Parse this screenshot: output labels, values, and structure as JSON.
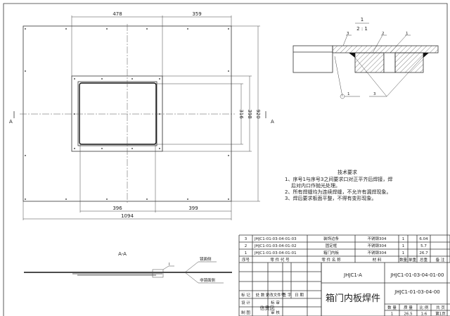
{
  "plan_view": {
    "dims": {
      "top_left": "478",
      "top_right": "359",
      "right_inner": "316",
      "right_mid": "398",
      "right_outer": "920",
      "bottom_left": "396",
      "bottom_right": "399",
      "bottom_total": "1094"
    },
    "section_mark": "A"
  },
  "detail_view": {
    "label_num": "1",
    "scale": "2 : 1",
    "balloons": [
      "3",
      "2",
      "1"
    ],
    "weld1": "1",
    "weld2": "3"
  },
  "section_view": {
    "title": "A-A",
    "detail_ref": "I",
    "mirror_side": "镜面侧",
    "non_mirror_side": "非镜面侧"
  },
  "tech_requirements": {
    "title": "技术要求",
    "items": [
      "1、序号1与序号3之间要求口对正平齐后焊接，焊",
      "后对内口作抛光处理。",
      "2、所有焊缝均为连续焊缝，不允许有漏焊现象。",
      "3、焊后要求板面平整，不得有变形现象。"
    ]
  },
  "bom": {
    "headers": [
      "序号",
      "零 件 代 号",
      "零 件 名 称",
      "材 料",
      "数量",
      "单重",
      "总重",
      "备 注"
    ],
    "rows": [
      {
        "no": "3",
        "code": "JHJC1-01-03-04-01-03",
        "name": "装饰边条",
        "material": "不锈钢304",
        "qty": "1",
        "unit": "",
        "total": "6.04",
        "remark": ""
      },
      {
        "no": "2",
        "code": "JHJC1-01-03-04-01-02",
        "name": "固定框",
        "material": "不锈钢304",
        "qty": "1",
        "unit": "",
        "total": "5.7",
        "remark": ""
      },
      {
        "no": "1",
        "code": "JHJC1-01-03-04-01-01",
        "name": "箱门内板",
        "material": "不锈钢304",
        "qty": "1",
        "unit": "",
        "total": "26.7",
        "remark": ""
      }
    ]
  },
  "title_block": {
    "rev_labels": [
      "标 记",
      "处 数",
      "更改文件号",
      "签 字",
      "日 期"
    ],
    "design": "设 计",
    "drawn": "制 图",
    "designer": "信贵凤",
    "standard": "标 审",
    "check": "审 核",
    "project": "JHJC1-A",
    "drawing_name": "箱门内板焊件",
    "drawing_no": "JHJC1-01-03-04-01-00",
    "parent_no": "JHJC1-01-03-04-00",
    "info_headers": [
      "数 量",
      "质 量",
      "比 例",
      "共 页"
    ],
    "qty": "1",
    "mass": "26.5",
    "scale": "1:6",
    "sheet": "第1页"
  }
}
